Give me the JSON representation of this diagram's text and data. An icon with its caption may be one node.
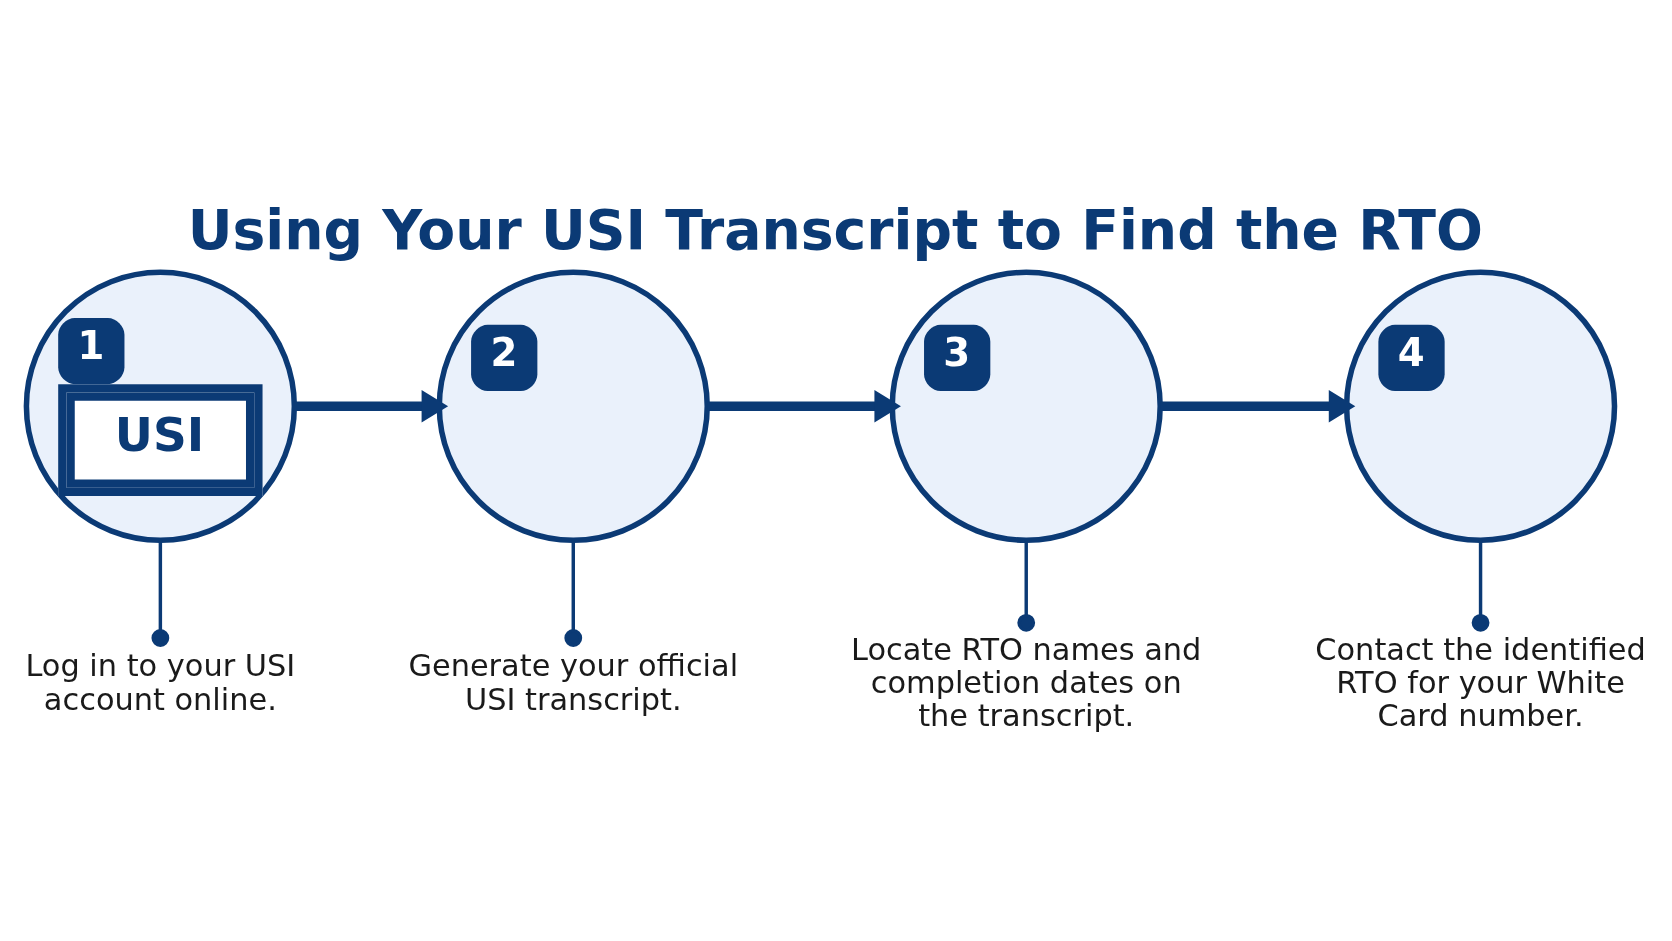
{
  "diagram": {
    "title": "Using Your USI Transcript to Find the RTO",
    "nodes": [
      {
        "text": [
          "1",
          "USI"
        ]
      },
      {
        "text": [
          "2"
        ]
      },
      {
        "text": [
          "3"
        ]
      },
      {
        "text": [
          "4"
        ]
      },
      {
        "text": [
          "Log in to your USI account online."
        ]
      },
      {
        "text": [
          "Generate your official USI transcript."
        ]
      },
      {
        "text": [
          "Locate RTO names and completion dates on the transcript."
        ]
      },
      {
        "text": [
          "Contact the identified RTO for your White Card number."
        ]
      }
    ],
    "edges": [
      {
        "from": 0,
        "to": 1,
        "arrow": "to",
        "style": "thick"
      },
      {
        "from": 1,
        "to": 2,
        "arrow": "to",
        "style": "thick"
      },
      {
        "from": 2,
        "to": 3,
        "arrow": "to",
        "style": "thick"
      },
      {
        "from": 0,
        "to": 4,
        "arrow": "other"
      },
      {
        "from": 1,
        "to": 5,
        "arrow": "other"
      },
      {
        "from": 2,
        "to": 6,
        "arrow": "other"
      },
      {
        "from": 3,
        "to": 7,
        "arrow": "other"
      }
    ]
  }
}
